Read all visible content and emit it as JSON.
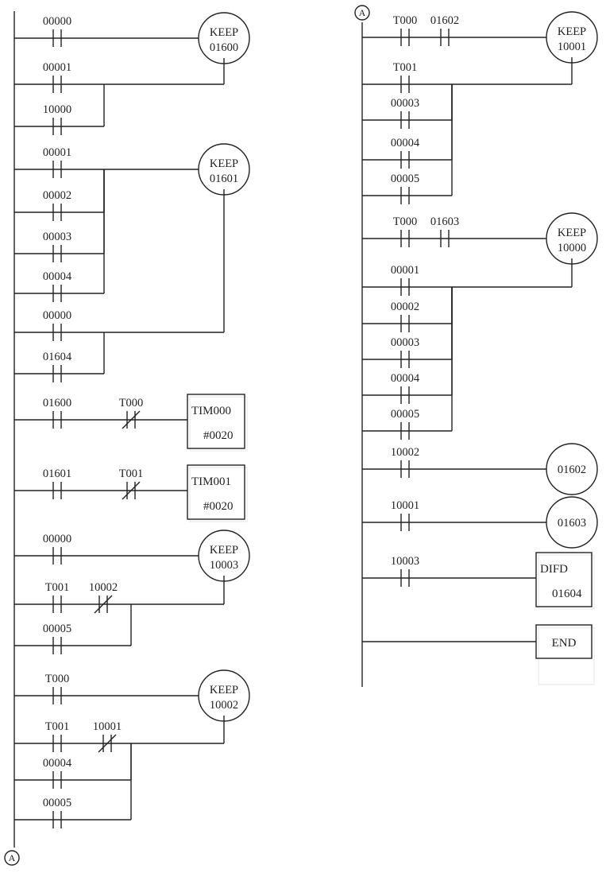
{
  "diagram": {
    "type": "PLC ladder diagram",
    "connector_label": "A",
    "left_column": {
      "rungs": [
        {
          "output": {
            "type": "coil",
            "lines": [
              "KEEP",
              "01600"
            ]
          },
          "branches": [
            {
              "role": "set",
              "contacts": [
                {
                  "label": "00000",
                  "type": "NO"
                }
              ]
            },
            {
              "role": "reset",
              "contacts": [
                {
                  "label": "00001",
                  "type": "NO"
                }
              ]
            },
            {
              "role": "reset-parallel",
              "contacts": [
                {
                  "label": "10000",
                  "type": "NO"
                }
              ]
            }
          ]
        },
        {
          "output": {
            "type": "coil",
            "lines": [
              "KEEP",
              "01601"
            ]
          },
          "branches": [
            {
              "role": "set",
              "contacts": [
                {
                  "label": "00001",
                  "type": "NO"
                }
              ]
            },
            {
              "role": "set-parallel",
              "contacts": [
                {
                  "label": "00002",
                  "type": "NO"
                }
              ]
            },
            {
              "role": "set-parallel",
              "contacts": [
                {
                  "label": "00003",
                  "type": "NO"
                }
              ]
            },
            {
              "role": "set-parallel",
              "contacts": [
                {
                  "label": "00004",
                  "type": "NO"
                }
              ]
            },
            {
              "role": "reset",
              "contacts": [
                {
                  "label": "00000",
                  "type": "NO"
                }
              ]
            },
            {
              "role": "reset-parallel",
              "contacts": [
                {
                  "label": "01604",
                  "type": "NO"
                }
              ]
            }
          ]
        },
        {
          "output": {
            "type": "box",
            "lines": [
              "TIM000",
              "#0020"
            ]
          },
          "branches": [
            {
              "role": "series",
              "contacts": [
                {
                  "label": "01600",
                  "type": "NO"
                },
                {
                  "label": "T000",
                  "type": "NC"
                }
              ]
            }
          ]
        },
        {
          "output": {
            "type": "box",
            "lines": [
              "TIM001",
              "#0020"
            ]
          },
          "branches": [
            {
              "role": "series",
              "contacts": [
                {
                  "label": "01601",
                  "type": "NO"
                },
                {
                  "label": "T001",
                  "type": "NC"
                }
              ]
            }
          ]
        },
        {
          "output": {
            "type": "coil",
            "lines": [
              "KEEP",
              "10003"
            ]
          },
          "branches": [
            {
              "role": "set",
              "contacts": [
                {
                  "label": "00000",
                  "type": "NO"
                }
              ]
            },
            {
              "role": "reset",
              "contacts": [
                {
                  "label": "T001",
                  "type": "NO"
                },
                {
                  "label": "10002",
                  "type": "NC"
                }
              ]
            },
            {
              "role": "reset-parallel",
              "contacts": [
                {
                  "label": "00005",
                  "type": "NO"
                }
              ]
            }
          ]
        },
        {
          "output": {
            "type": "coil",
            "lines": [
              "KEEP",
              "10002"
            ]
          },
          "branches": [
            {
              "role": "set",
              "contacts": [
                {
                  "label": "T000",
                  "type": "NO"
                }
              ]
            },
            {
              "role": "reset",
              "contacts": [
                {
                  "label": "T001",
                  "type": "NO"
                },
                {
                  "label": "10001",
                  "type": "NC"
                }
              ]
            },
            {
              "role": "reset-parallel",
              "contacts": [
                {
                  "label": "00004",
                  "type": "NO"
                }
              ]
            },
            {
              "role": "reset-parallel",
              "contacts": [
                {
                  "label": "00005",
                  "type": "NO"
                }
              ]
            }
          ]
        }
      ]
    },
    "right_column": {
      "rungs": [
        {
          "output": {
            "type": "coil",
            "lines": [
              "KEEP",
              "10001"
            ]
          },
          "branches": [
            {
              "role": "set",
              "contacts": [
                {
                  "label": "T000",
                  "type": "NO"
                },
                {
                  "label": "01602",
                  "type": "NO"
                }
              ]
            },
            {
              "role": "reset",
              "contacts": [
                {
                  "label": "T001",
                  "type": "NO"
                }
              ]
            },
            {
              "role": "reset-parallel",
              "contacts": [
                {
                  "label": "00003",
                  "type": "NO"
                }
              ]
            },
            {
              "role": "reset-parallel",
              "contacts": [
                {
                  "label": "00004",
                  "type": "NO"
                }
              ]
            },
            {
              "role": "reset-parallel",
              "contacts": [
                {
                  "label": "00005",
                  "type": "NO"
                }
              ]
            }
          ]
        },
        {
          "output": {
            "type": "coil",
            "lines": [
              "KEEP",
              "10000"
            ]
          },
          "branches": [
            {
              "role": "set",
              "contacts": [
                {
                  "label": "T000",
                  "type": "NO"
                },
                {
                  "label": "01603",
                  "type": "NO"
                }
              ]
            },
            {
              "role": "reset",
              "contacts": [
                {
                  "label": "00001",
                  "type": "NO"
                }
              ]
            },
            {
              "role": "reset-parallel",
              "contacts": [
                {
                  "label": "00002",
                  "type": "NO"
                }
              ]
            },
            {
              "role": "reset-parallel",
              "contacts": [
                {
                  "label": "00003",
                  "type": "NO"
                }
              ]
            },
            {
              "role": "reset-parallel",
              "contacts": [
                {
                  "label": "00004",
                  "type": "NO"
                }
              ]
            },
            {
              "role": "reset-parallel",
              "contacts": [
                {
                  "label": "00005",
                  "type": "NO"
                }
              ]
            }
          ]
        },
        {
          "output": {
            "type": "coil",
            "lines": [
              "01602"
            ]
          },
          "branches": [
            {
              "role": "series",
              "contacts": [
                {
                  "label": "10002",
                  "type": "NO"
                }
              ]
            }
          ]
        },
        {
          "output": {
            "type": "coil",
            "lines": [
              "01603"
            ]
          },
          "branches": [
            {
              "role": "series",
              "contacts": [
                {
                  "label": "10001",
                  "type": "NO"
                }
              ]
            }
          ]
        },
        {
          "output": {
            "type": "box",
            "lines": [
              "DIFD",
              "01604"
            ]
          },
          "branches": [
            {
              "role": "series",
              "contacts": [
                {
                  "label": "10003",
                  "type": "NO"
                }
              ]
            }
          ]
        },
        {
          "output": {
            "type": "box",
            "lines": [
              "END"
            ]
          },
          "branches": [
            {
              "role": "series",
              "contacts": []
            }
          ]
        }
      ]
    }
  }
}
